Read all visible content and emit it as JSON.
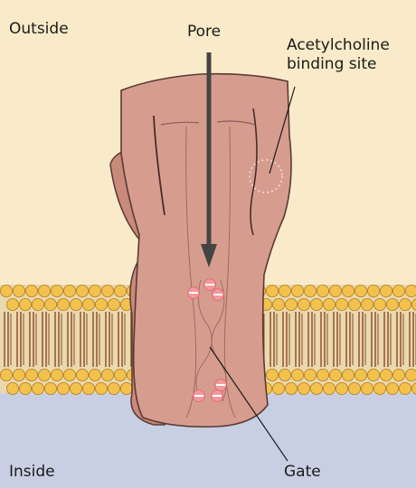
{
  "labels": {
    "outside": "Outside",
    "pore": "Pore",
    "acetylcholine_line1": "Acetylcholine",
    "acetylcholine_line2": "binding site",
    "inside": "Inside",
    "gate": "Gate"
  },
  "colors": {
    "outside_background": "#f9ebc9",
    "inside_background": "#c9cfe3",
    "protein_fill": "#d69d8f",
    "protein_outline": "#5a3a34",
    "lipid_head": "#f3c24e",
    "lipid_tail": "#8a4a2a",
    "charge_marker": "#f1999c",
    "arrow": "#444444"
  },
  "icons": {
    "pore_arrow": "down-arrow",
    "charge_markers": "negative-charge-ring"
  }
}
